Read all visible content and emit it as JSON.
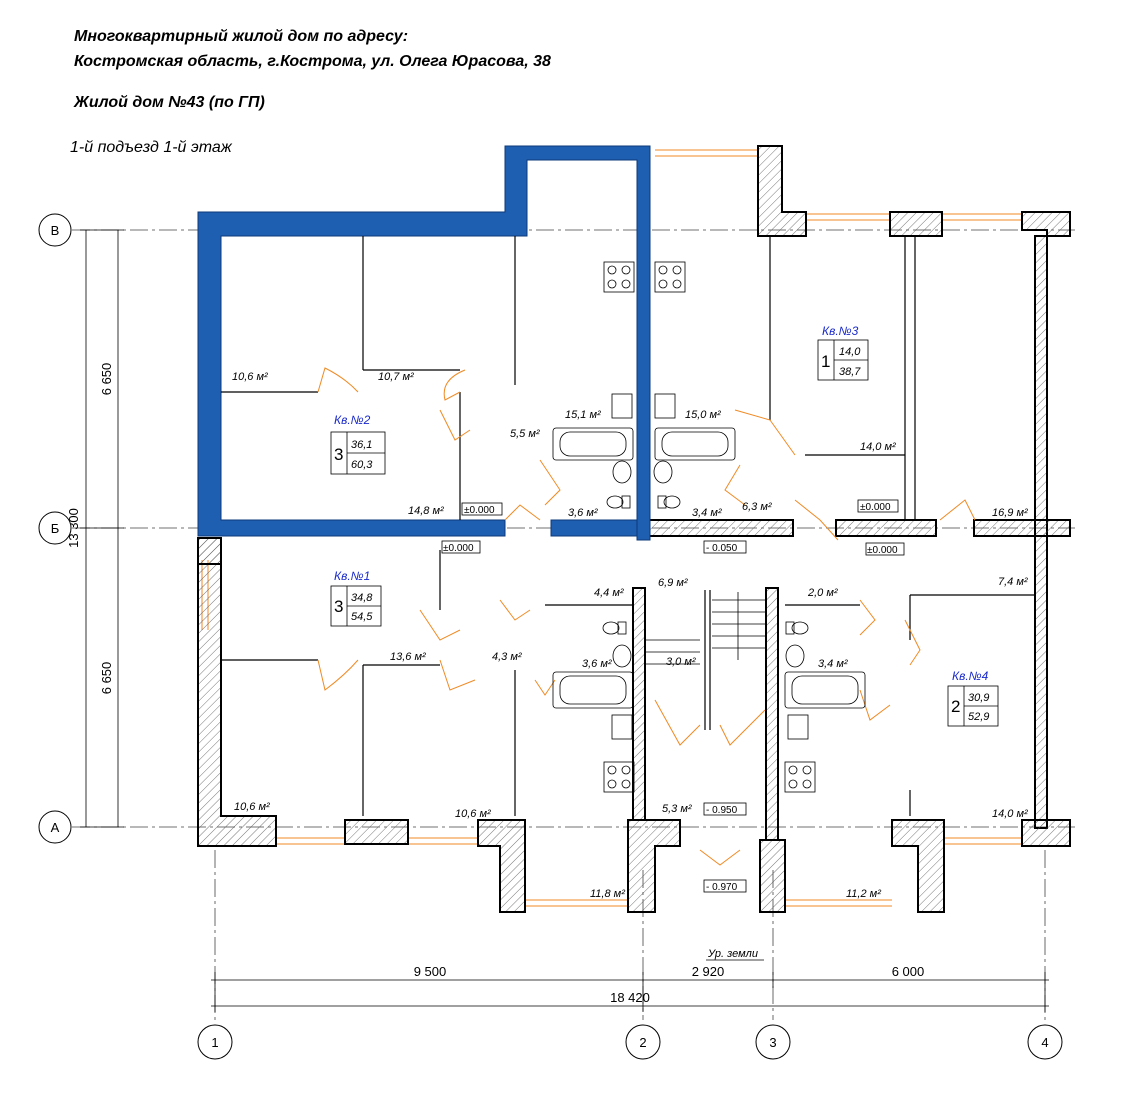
{
  "header": {
    "line1": "Многоквартирный жилой дом по адресу:",
    "line2": "Костромская область, г.Кострома, ул. Олега Юрасова, 38",
    "line3": "Жилой дом №43 (по ГП)",
    "line4": "1-й подъезд 1-й этаж"
  },
  "axes": {
    "rows": [
      "В",
      "Б",
      "А"
    ],
    "cols": [
      "1",
      "2",
      "3",
      "4"
    ]
  },
  "dimensions": {
    "left_total": "13 300",
    "left_upper": "6 650",
    "left_lower": "6 650",
    "bottom_1": "9 500",
    "bottom_2": "2 920",
    "bottom_3": "6 000",
    "bottom_total": "18 420"
  },
  "apartments": [
    {
      "label": "Кв.№1",
      "rooms": "3",
      "living": "34,8",
      "total": "54,5"
    },
    {
      "label": "Кв.№2",
      "rooms": "3",
      "living": "36,1",
      "total": "60,3"
    },
    {
      "label": "Кв.№3",
      "rooms": "1",
      "living": "14,0",
      "total": "38,7"
    },
    {
      "label": "Кв.№4",
      "rooms": "2",
      "living": "30,9",
      "total": "52,9"
    }
  ],
  "areas": [
    "10,6",
    "10,7",
    "5,5",
    "15,1",
    "15,0",
    "14,0",
    "14,8",
    "3,6",
    "3,4",
    "6,3",
    "16,9",
    "4,4",
    "6,9",
    "2,0",
    "7,4",
    "13,6",
    "4,3",
    "3,6",
    "3,0",
    "3,4",
    "10,6",
    "10,6",
    "5,3",
    "14,0",
    "11,8",
    "11,2"
  ],
  "unit": "м²",
  "levels": [
    "±0.000",
    "±0.000",
    "±0.000",
    "±0.000",
    "- 0.050",
    "- 0.950",
    "- 0.970"
  ],
  "ground_label": "Ур. земли",
  "colors": {
    "highlight": "#1f5fb2",
    "door_swing": "#f08a24",
    "apartment_label": "#1a2acc",
    "wall": "#000000"
  }
}
